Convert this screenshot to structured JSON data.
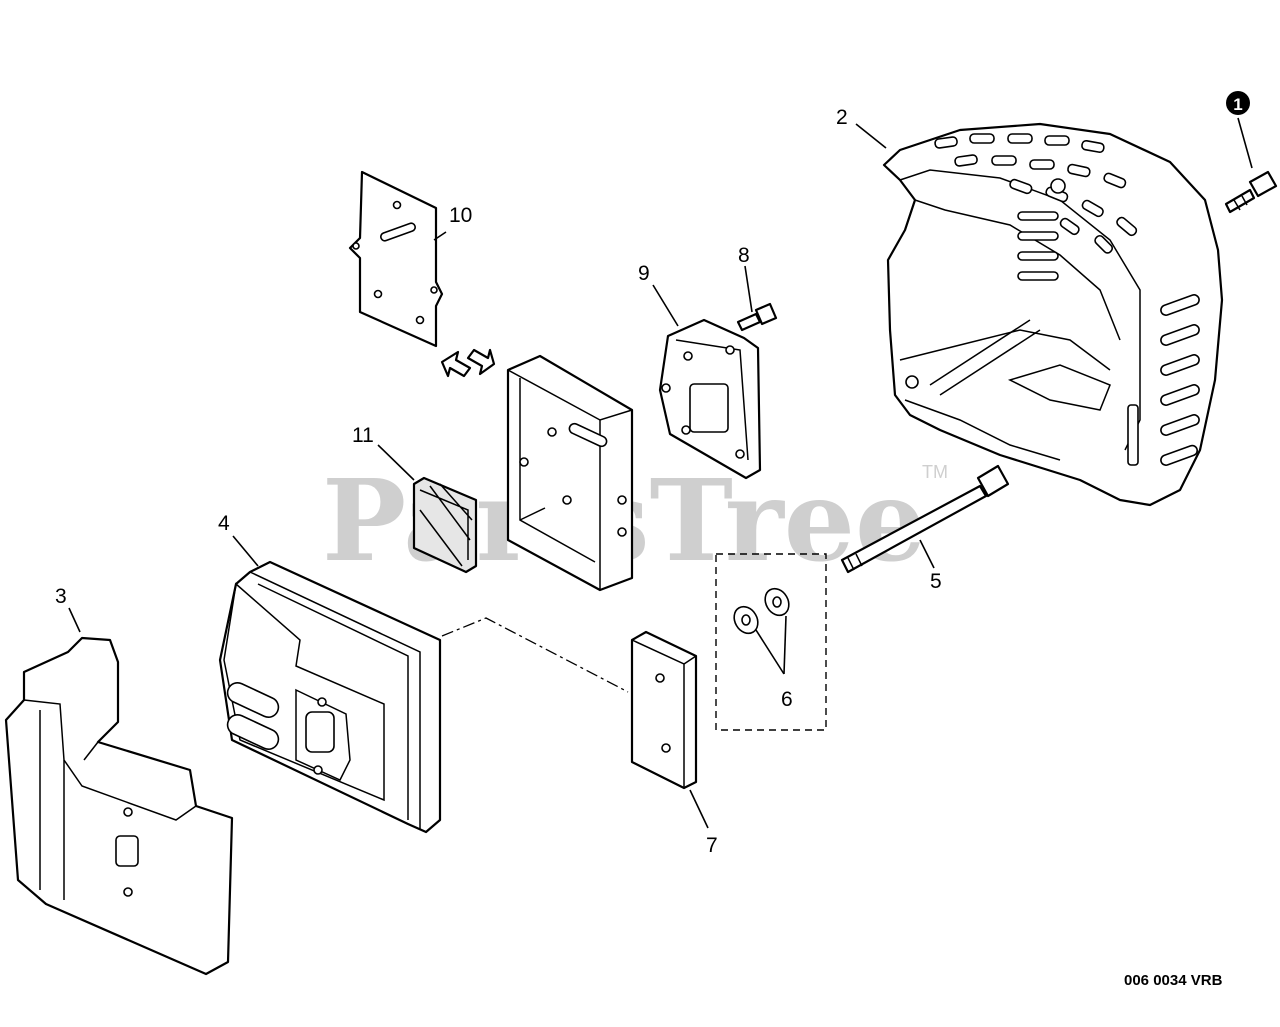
{
  "watermark": {
    "text": "PartsTree",
    "tm": "TM"
  },
  "reference_code": "006 0034 VRB",
  "callouts": {
    "c1": "1",
    "c2": "2",
    "c3": "3",
    "c4": "4",
    "c5": "5",
    "c6": "6",
    "c7": "7",
    "c8": "8",
    "c9": "9",
    "c10": "10",
    "c11": "11"
  }
}
